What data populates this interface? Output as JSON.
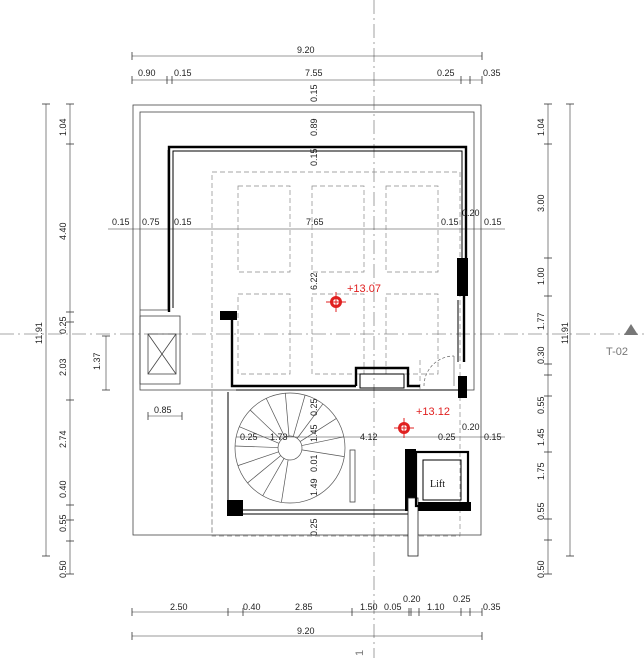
{
  "colors": {
    "elevation": "#e02020",
    "dimension_text": "#222222",
    "wall": "#000000",
    "axis": "#8a8a8a",
    "section_tag": "#777777"
  },
  "dimensions": {
    "top_total": "9.20",
    "top": [
      "0.90",
      "0.15",
      "7.55",
      "0.25",
      "0.35"
    ],
    "bottom": [
      "2.50",
      "0.40",
      "2.85",
      "1.50",
      "0.05",
      "0.20",
      "1.10",
      "0.25",
      "0.35"
    ],
    "bottom_total": "9.20",
    "left_total": "11.91",
    "left": [
      "1.04",
      "4.40",
      "0.25",
      "2.03",
      "2.74",
      "0.40",
      "0.55",
      "0.50"
    ],
    "left_inner": "1.37",
    "right_total": "11.91",
    "right": [
      "1.04",
      "3.00",
      "1.00",
      "1.77",
      "0.30",
      "0.55",
      "1.45",
      "1.75",
      "0.55",
      "0.50"
    ],
    "center_vertical": [
      "0.15",
      "0.89",
      "0.15",
      "6.22",
      "0.25",
      "1.45",
      "0.01",
      "1.49",
      "0.25"
    ],
    "upper_row": [
      "0.15",
      "0.75",
      "0.15",
      "7.65",
      "0.15",
      "0.20",
      "0.15"
    ],
    "lower_row": [
      "0.25",
      "1.73",
      "4.12",
      "0.25",
      "0.20",
      "0.15"
    ],
    "stair_width": "0.85"
  },
  "elevations": [
    "+13.07",
    "+13.12"
  ],
  "labels": {
    "lift": "Lift",
    "section_marker": "T-02",
    "axis_tag": "1"
  },
  "icons": {
    "elevation_marker": "crosshair-target-icon",
    "section_marker": "triangle-up-icon"
  }
}
